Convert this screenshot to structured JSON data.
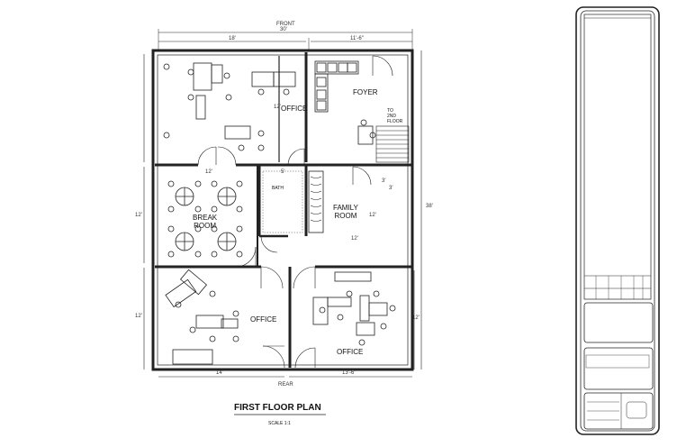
{
  "plan": {
    "title": "FIRST FLOOR PLAN",
    "scale": "SCALE 1:1",
    "front_label": "FRONT",
    "rear_label": "REAR",
    "overall_width": "30'",
    "overall_depth": "38'",
    "dims": {
      "top_left": "18'",
      "top_right": "11'-6\"",
      "left_mid": "12'",
      "left_low": "12'",
      "left_upper": "12'",
      "break_top": "12'",
      "family_bottom": "12'",
      "family_right": "12'",
      "family_small_a": "3'",
      "family_small_b": "3'",
      "bath_w": "5'",
      "bottom_left": "14'",
      "bottom_right": "13'-6\"",
      "right_low": "12'"
    },
    "rooms": {
      "office_top": "OFFICE",
      "foyer": "FOYER",
      "stairs_note": "TO\n2ND\nFLOOR",
      "bath": "BATH",
      "family_room": "FAMILY\nROOM",
      "break_room": "BREAK\nROOM",
      "office_bottom_left": "OFFICE",
      "office_bottom_right": "OFFICE"
    }
  }
}
